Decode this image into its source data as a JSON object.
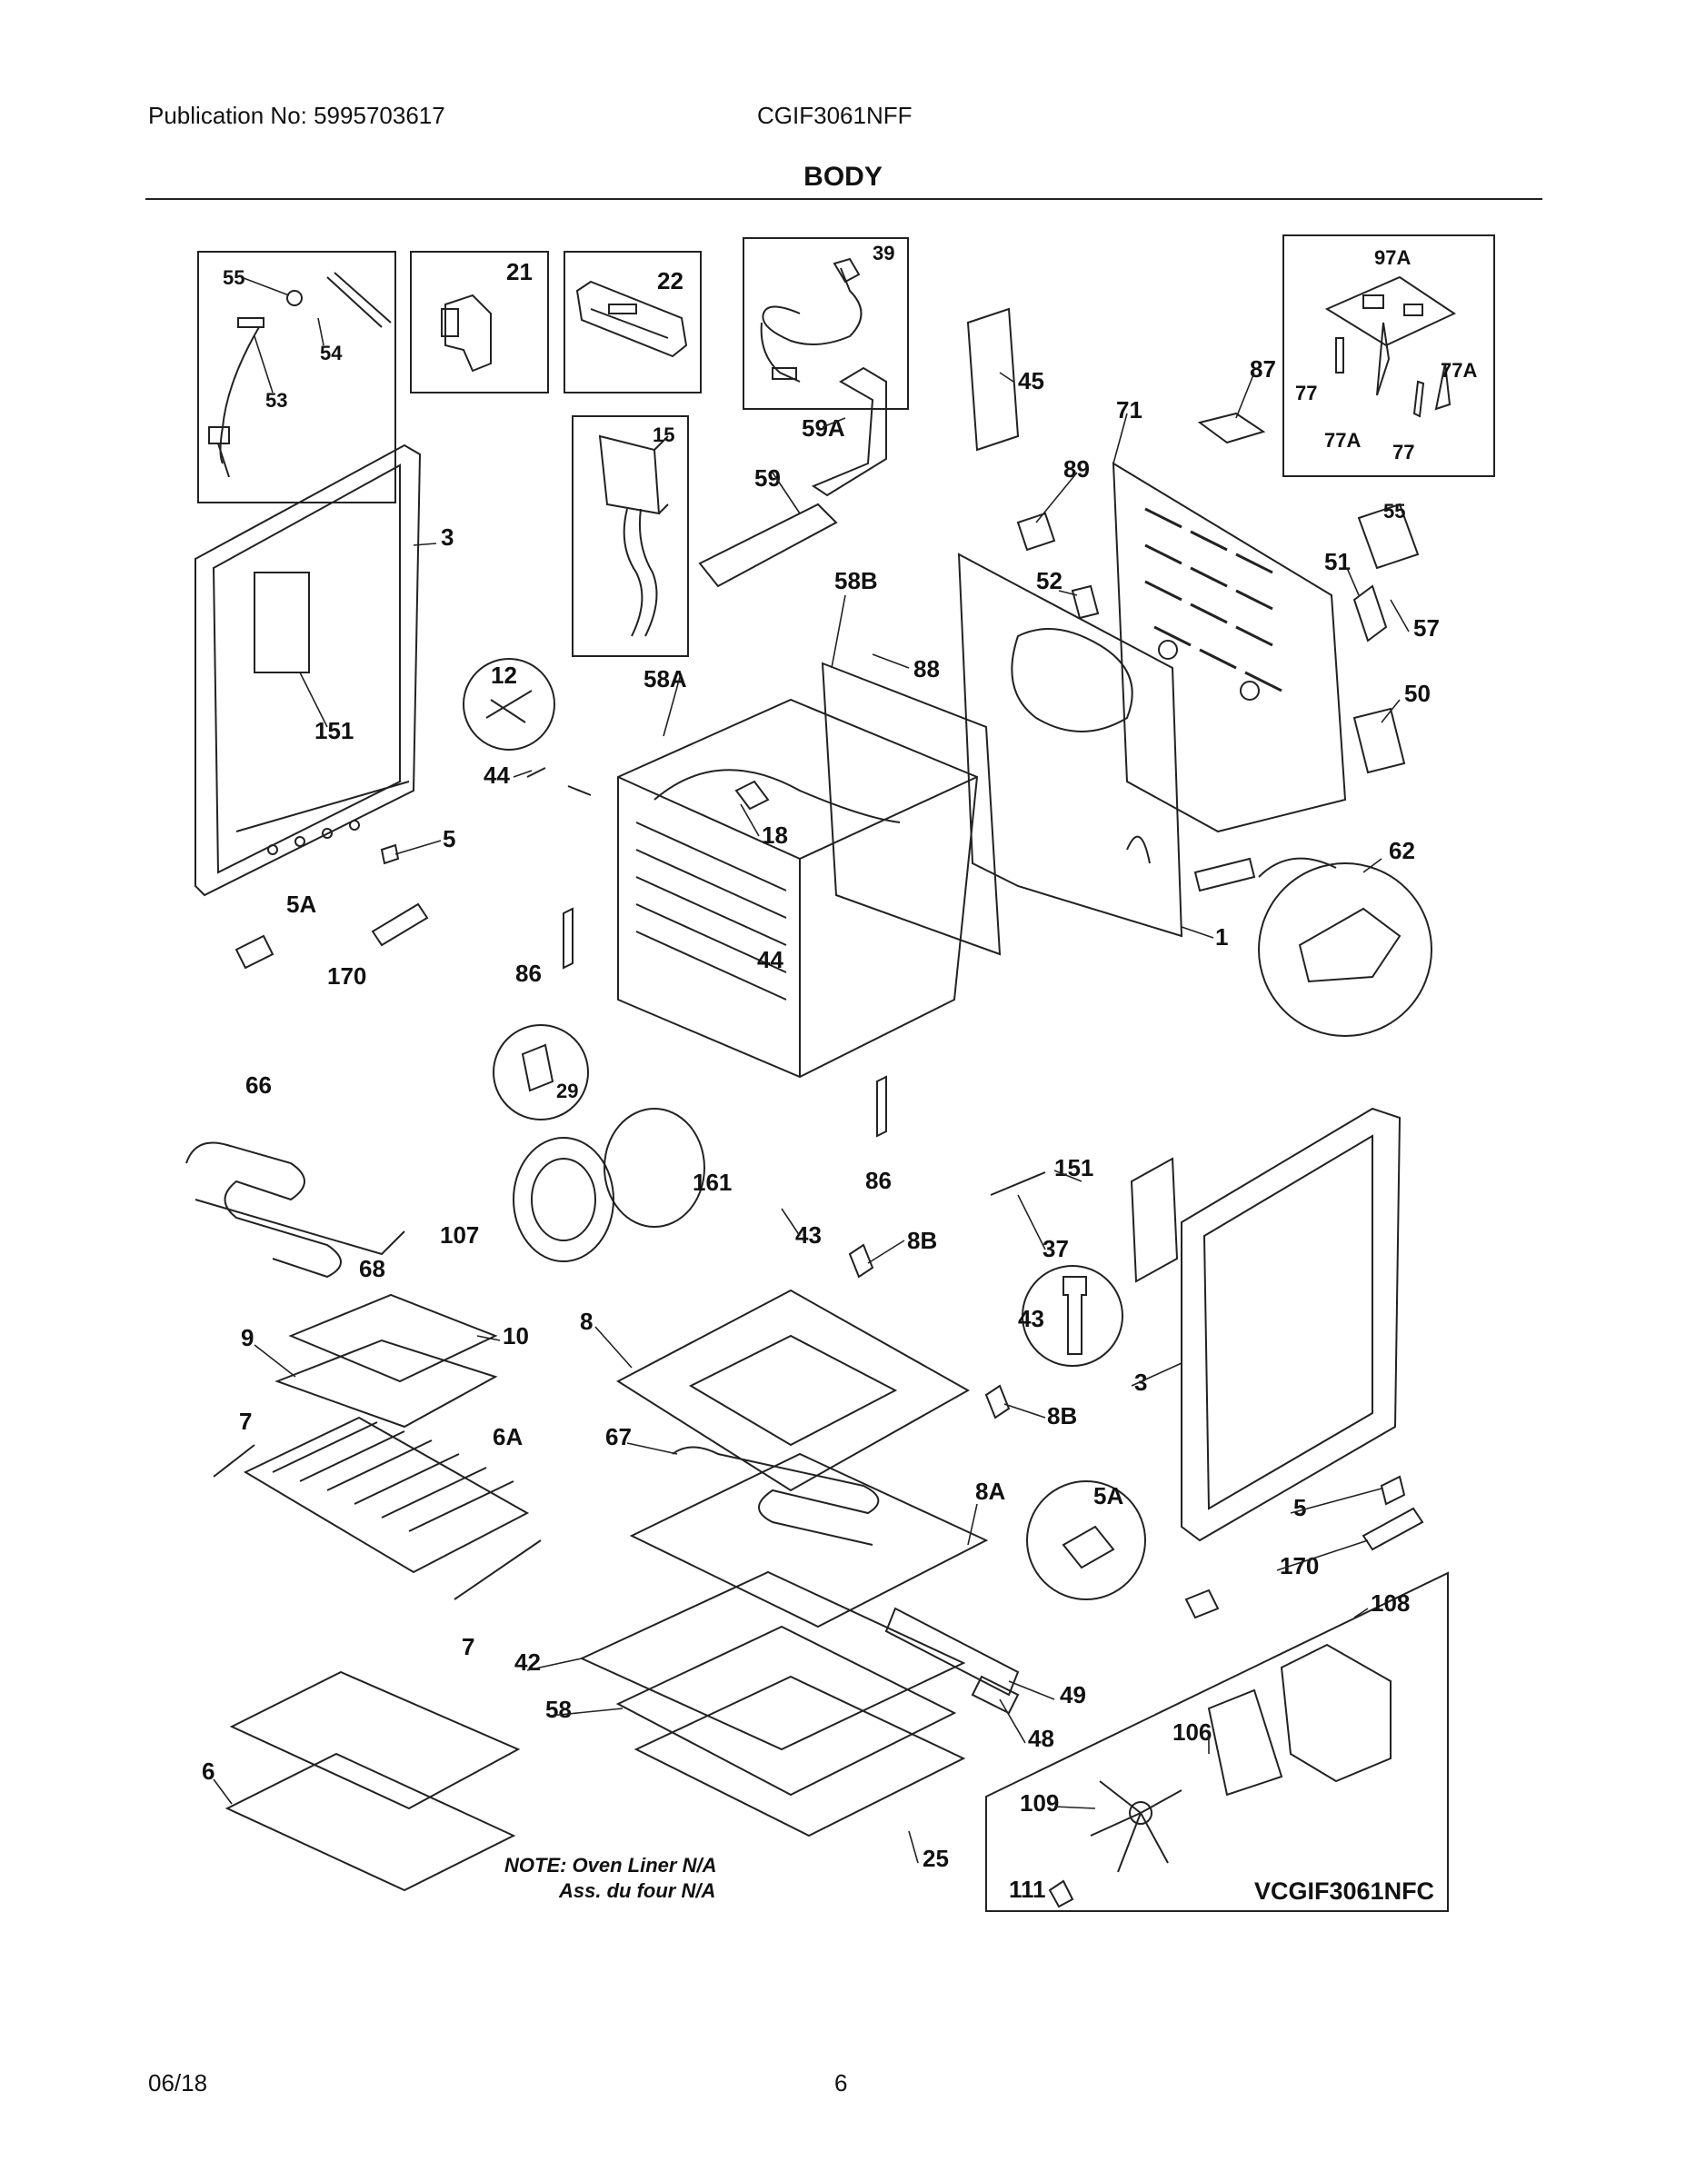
{
  "header": {
    "publication": "Publication No: 5995703617",
    "model": "CGIF3061NFF",
    "section_title": "BODY"
  },
  "footer": {
    "date": "06/18",
    "page": "6"
  },
  "callouts": {
    "c55a": "55",
    "c54": "54",
    "c53": "53",
    "c21": "21",
    "c22": "22",
    "c39": "39",
    "c15": "15",
    "c45": "45",
    "c59a": "59A",
    "c59": "59",
    "c97a": "97A",
    "c87": "87",
    "c77a": "77",
    "c77a2": "77A",
    "c77a3": "77A",
    "c77b": "77",
    "c71": "71",
    "c89": "89",
    "c55b": "55",
    "c51": "51",
    "c57": "57",
    "c52": "52",
    "c58b": "58B",
    "c88": "88",
    "c50": "50",
    "c3a": "3",
    "c151a": "151",
    "c12": "12",
    "c58a": "58A",
    "c44a": "44",
    "c18": "18",
    "c5a": "5",
    "c5aa": "5A",
    "c170a": "170",
    "c86a": "86",
    "c44b": "44",
    "c62": "62",
    "c1": "1",
    "c29": "29",
    "c66": "66",
    "c161": "161",
    "c86b": "86",
    "c107": "107",
    "c68": "68",
    "c43a": "43",
    "c8ba": "8B",
    "c151b": "151",
    "c37": "37",
    "c9": "9",
    "c10": "10",
    "c8": "8",
    "c43b": "43",
    "c3b": "3",
    "c8bb": "8B",
    "c7a": "7",
    "c6a": "6A",
    "c67": "67",
    "c8a": "8A",
    "c5ab": "5A",
    "c5b": "5",
    "c170b": "170",
    "c7b": "7",
    "c108": "108",
    "c42": "42",
    "c49": "49",
    "c58": "58",
    "c48": "48",
    "c106": "106",
    "c6": "6",
    "c109": "109",
    "c25": "25",
    "c111": "111"
  },
  "note": {
    "line1": "NOTE: Oven Liner N/A",
    "line2": "Ass. du four N/A"
  },
  "variant_label": "VCGIF3061NFC"
}
